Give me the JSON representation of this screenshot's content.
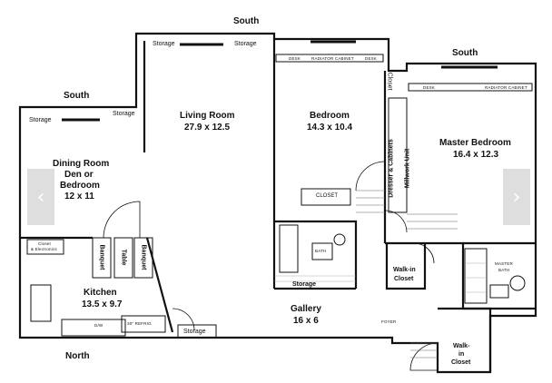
{
  "compass": {
    "south_top": "South",
    "south_right": "South",
    "south_left": "South",
    "north": "North"
  },
  "rooms": {
    "living_room": {
      "name": "Living Room",
      "size": "27.9 x 12.5"
    },
    "bedroom": {
      "name": "Bedroom",
      "size": "14.3 x 10.4"
    },
    "master_bedroom": {
      "name": "Master Bedroom",
      "size": "16.4 x 12.3"
    },
    "dining_room": {
      "line1": "Dining Room",
      "line2": "Den or",
      "line3": "Bedroom",
      "size": "12 x 11"
    },
    "kitchen": {
      "name": "Kitchen",
      "size": "13.5 x 9.7"
    },
    "gallery": {
      "name": "Gallery",
      "size": "16 x 6"
    }
  },
  "labels": {
    "storage": "Storage",
    "closet": "Closet",
    "closet_caps": "CLOSET",
    "closet_electronics_1": "Closet",
    "closet_electronics_2": "& Electronics",
    "banquet": "Banquet",
    "table": "Table",
    "dresser": "Dresser & Cabinets",
    "millwork": "Millwork Unit",
    "walkin_closet_1": "Walk-in",
    "walkin_closet_2": "Closet",
    "walk_in_1": "Walk-",
    "walk_in_2": "in",
    "walk_in_3": "Closet",
    "foyer": "FOYER",
    "master_bath_1": "MASTER",
    "master_bath_2": "BATH",
    "bath": "BATH",
    "desk": "DESK",
    "radiator_cabinet": "RADIATOR CABINET",
    "refrig": "REFRIG",
    "dw": "D/W",
    "wall_oven": "30\" REFRIG"
  },
  "nav": {
    "prev_icon": "chevron-left-icon",
    "next_icon": "chevron-right-icon",
    "prev_glyph": "‹",
    "next_glyph": "›"
  }
}
